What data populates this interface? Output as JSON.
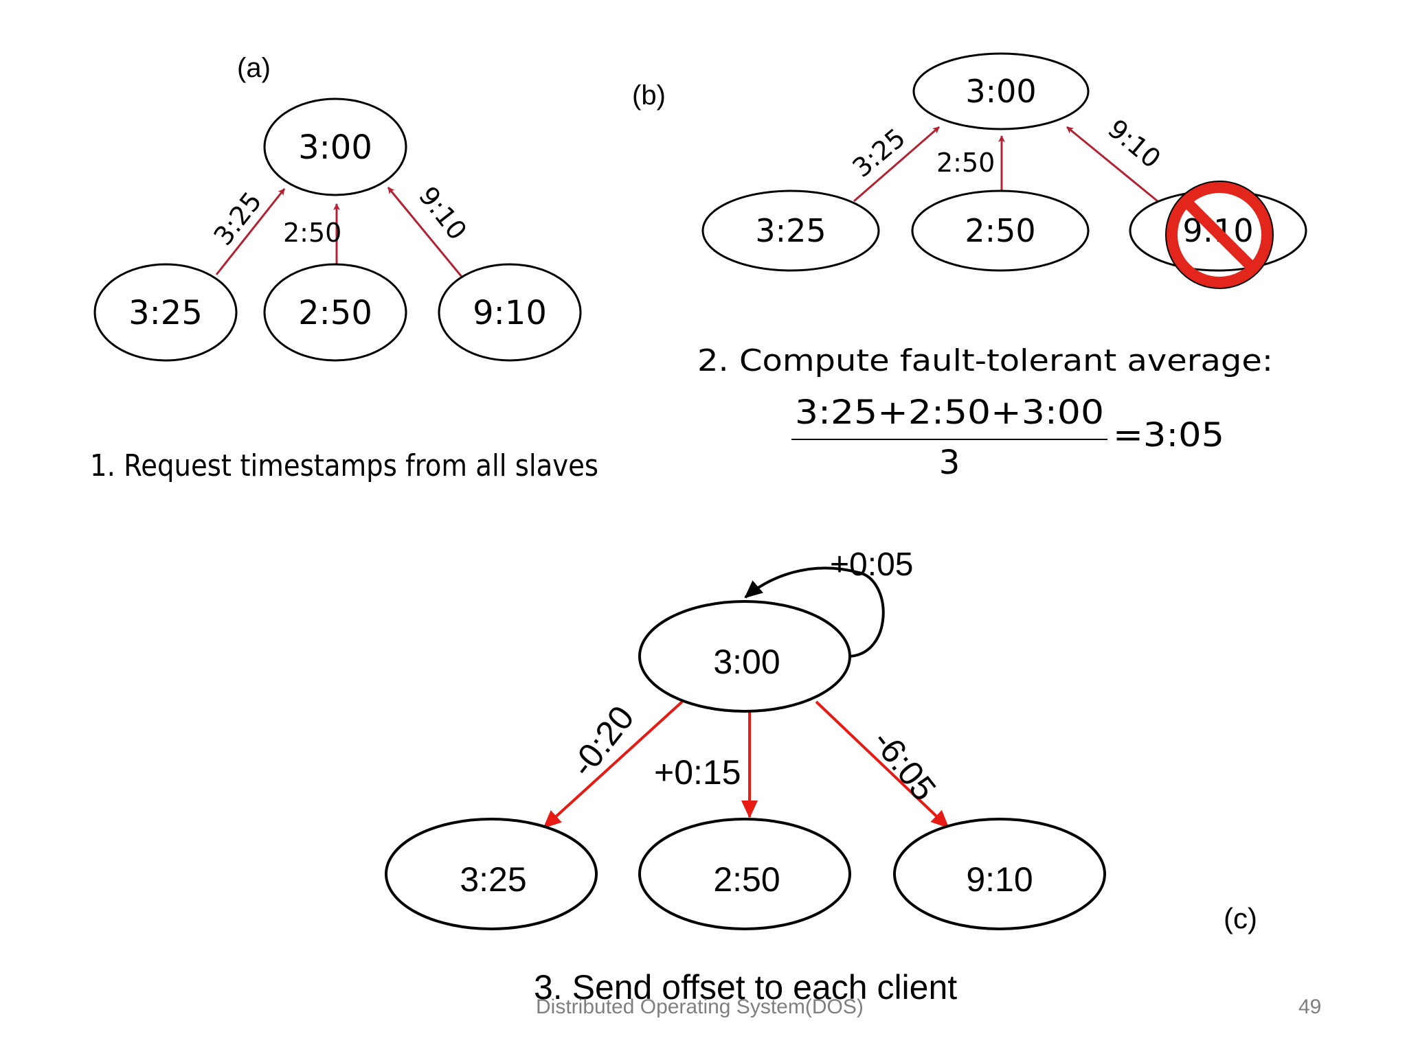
{
  "panel_a": {
    "label": "(a)",
    "master": "3:00",
    "slaves": [
      "3:25",
      "2:50",
      "9:10"
    ],
    "edge_labels": [
      "3:25",
      "2:50",
      "9:10"
    ],
    "caption": "1. Request timestamps from all slaves"
  },
  "panel_b": {
    "label": "(b)",
    "master": "3:00",
    "slaves": [
      "3:25",
      "2:50",
      "9:10"
    ],
    "edge_labels": [
      "3:25",
      "2:50",
      "9:10"
    ],
    "excluded_slave": "9:10",
    "caption": "2. Compute fault-tolerant average:",
    "formula": {
      "numerator": "3:25+2:50+3:00",
      "denominator": "3",
      "result": "=3:05"
    },
    "no_symbol_color": "#e3261b"
  },
  "panel_c": {
    "label": "(c)",
    "master": "3:00",
    "self_loop_label": "+0:05",
    "slaves": [
      "3:25",
      "2:50",
      "9:10"
    ],
    "edge_labels": [
      "-0:20",
      "+0:15",
      "-6:05"
    ],
    "caption": "3. Send offset to each client"
  },
  "footer": {
    "course": "Distributed Operating System(DOS)",
    "page_number": "49"
  },
  "colors": {
    "edge_ab": "#b32232",
    "edge_c": "#e81a14"
  }
}
